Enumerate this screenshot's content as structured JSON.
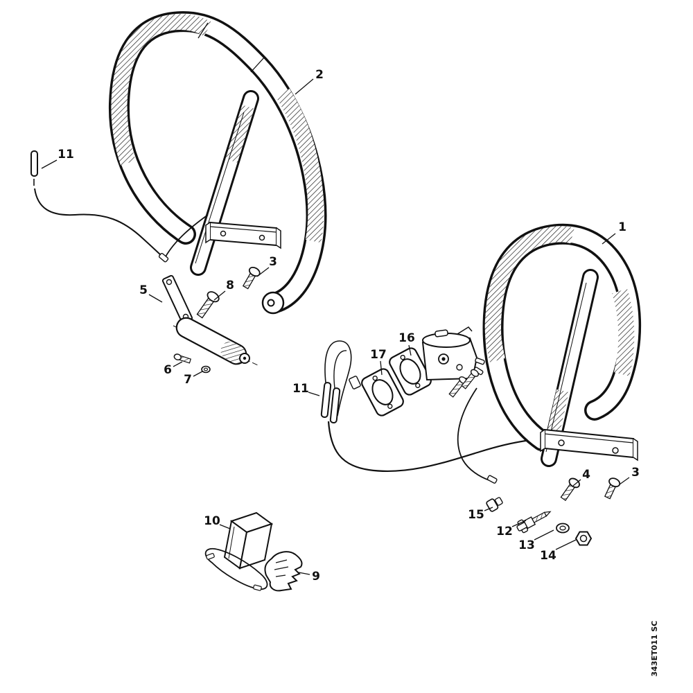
{
  "page": {
    "background": "#ffffff",
    "line_color": "#111111"
  },
  "diagram": {
    "drawing_number": "343ET011 SC",
    "callouts": [
      {
        "ref": "2",
        "name": "handlebar-assembly-front"
      },
      {
        "ref": "11",
        "name": "cable-sleeve-left"
      },
      {
        "ref": "3",
        "name": "screw-left"
      },
      {
        "ref": "8",
        "name": "pan-head-screw"
      },
      {
        "ref": "5",
        "name": "bracket-strip"
      },
      {
        "ref": "6",
        "name": "small-screw"
      },
      {
        "ref": "7",
        "name": "small-washer"
      },
      {
        "ref": "16",
        "name": "gasket-outer"
      },
      {
        "ref": "17",
        "name": "gasket-inner"
      },
      {
        "ref": "11",
        "name": "cable-sleeves-middle"
      },
      {
        "ref": "1",
        "name": "handlebar-assembly-rear"
      },
      {
        "ref": "4",
        "name": "screw-4"
      },
      {
        "ref": "3",
        "name": "screw-right"
      },
      {
        "ref": "15",
        "name": "cable-ferrule"
      },
      {
        "ref": "12",
        "name": "adjusting-screw"
      },
      {
        "ref": "13",
        "name": "washer"
      },
      {
        "ref": "14",
        "name": "hex-nut"
      },
      {
        "ref": "10",
        "name": "protective-sleeve"
      },
      {
        "ref": "9",
        "name": "retaining-clip"
      }
    ]
  }
}
